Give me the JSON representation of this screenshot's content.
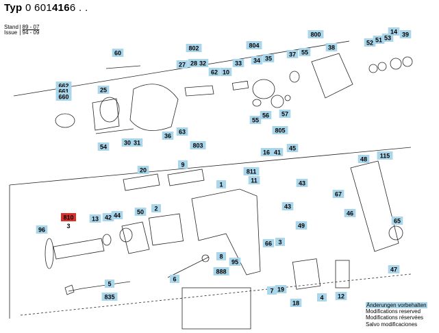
{
  "header": {
    "typ_label": "Typ",
    "typ_number": "0 601",
    "typ_bold": "416",
    "typ_suffix": "6 . .",
    "stand_label": "Stand",
    "stand_value": "89 - 07",
    "issue_label": "Issue",
    "issue_value": "94 - 09"
  },
  "modifications": [
    "Änderungen vorbehalten",
    "Modifications reserved",
    "Modifications réservées",
    "Salvo modificaciones"
  ],
  "colors": {
    "callout_bg": "#a9d6ea",
    "highlight_bg": "#d9302b",
    "line": "#222222"
  },
  "callouts": [
    {
      "text": "60"
    },
    {
      "text": "802"
    },
    {
      "text": "804"
    },
    {
      "text": "800"
    },
    {
      "text": "27"
    },
    {
      "text": "28"
    },
    {
      "text": "32"
    },
    {
      "text": "62"
    },
    {
      "text": "10"
    },
    {
      "text": "33"
    },
    {
      "text": "34"
    },
    {
      "text": "35"
    },
    {
      "text": "37"
    },
    {
      "text": "55"
    },
    {
      "text": "38"
    },
    {
      "text": "52"
    },
    {
      "text": "51"
    },
    {
      "text": "53"
    },
    {
      "text": "14"
    },
    {
      "text": "39"
    },
    {
      "text": "662"
    },
    {
      "text": "661"
    },
    {
      "text": "660"
    },
    {
      "text": "25"
    },
    {
      "text": "63"
    },
    {
      "text": "36"
    },
    {
      "text": "56"
    },
    {
      "text": "55"
    },
    {
      "text": "57"
    },
    {
      "text": "805"
    },
    {
      "text": "30"
    },
    {
      "text": "31"
    },
    {
      "text": "803"
    },
    {
      "text": "54"
    },
    {
      "text": "20"
    },
    {
      "text": "9"
    },
    {
      "text": "16"
    },
    {
      "text": "41"
    },
    {
      "text": "45"
    },
    {
      "text": "115"
    },
    {
      "text": "48"
    },
    {
      "text": "811"
    },
    {
      "text": "11"
    },
    {
      "text": "1"
    },
    {
      "text": "43"
    },
    {
      "text": "67"
    },
    {
      "text": "13"
    },
    {
      "text": "42"
    },
    {
      "text": "44"
    },
    {
      "text": "50"
    },
    {
      "text": "2"
    },
    {
      "text": "96"
    },
    {
      "text": "43"
    },
    {
      "text": "46"
    },
    {
      "text": "65"
    },
    {
      "text": "49"
    },
    {
      "text": "66"
    },
    {
      "text": "3"
    },
    {
      "text": "8"
    },
    {
      "text": "888"
    },
    {
      "text": "95"
    },
    {
      "text": "6"
    },
    {
      "text": "5"
    },
    {
      "text": "835"
    },
    {
      "text": "7"
    },
    {
      "text": "19"
    },
    {
      "text": "18"
    },
    {
      "text": "4"
    },
    {
      "text": "12"
    },
    {
      "text": "47"
    }
  ],
  "highlight": {
    "text": "810",
    "sub": "3"
  }
}
